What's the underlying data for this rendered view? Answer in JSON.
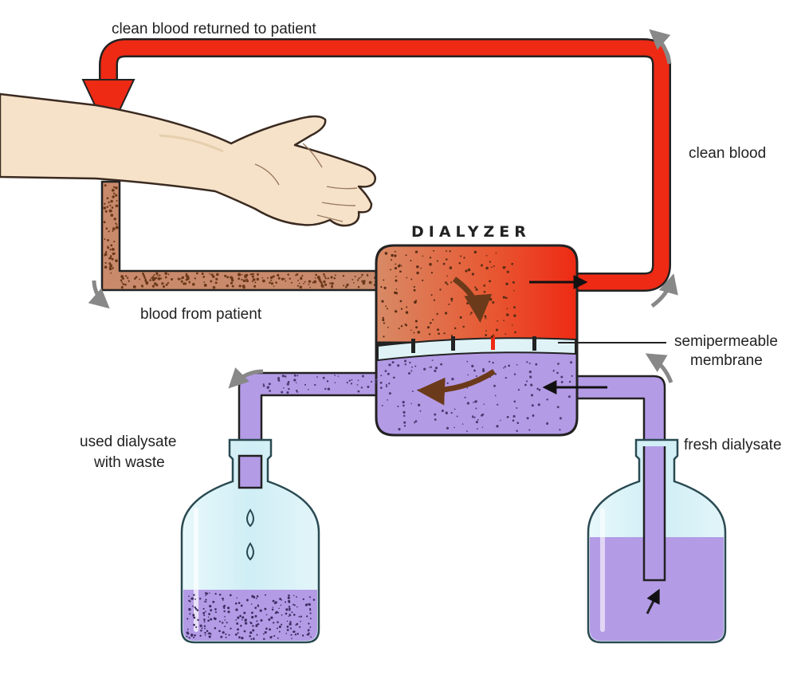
{
  "diagram": {
    "title": "DIALYZER",
    "labels": {
      "clean_returned": "clean blood returned to patient",
      "clean_blood": "clean blood",
      "blood_from_patient": "blood from patient",
      "membrane_line1": "semipermeable",
      "membrane_line2": "membrane",
      "used_line1": "used dialysate",
      "used_line2": "with waste",
      "fresh": "fresh dialysate"
    },
    "colors": {
      "clean_blood": "#ee2a14",
      "dirty_blood": "#c98a6b",
      "dialysate": "#b49be6",
      "membrane": "#dff3f6",
      "bottle_glass": "#d8f1f6",
      "outline": "#222222",
      "skin": "#f6e2c8",
      "flow_arrow": "#888888"
    }
  }
}
